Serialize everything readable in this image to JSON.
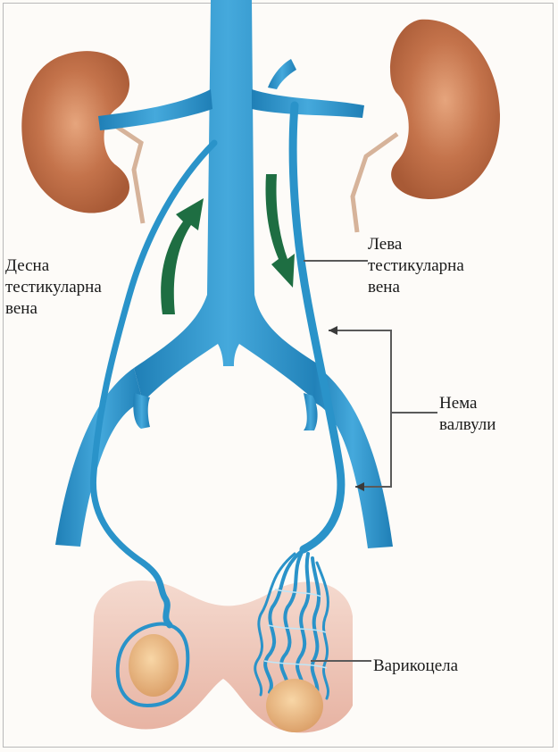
{
  "labels": {
    "right_vein": [
      "Десна",
      "тестикуларна",
      "вена"
    ],
    "left_vein": [
      "Лева",
      "тестикуларна",
      "вена"
    ],
    "no_valves": [
      "Нема",
      "валвули"
    ],
    "varicocele": "Варикоцела"
  },
  "colors": {
    "vein": "#2a93c9",
    "vein_light": "#8fd0ee",
    "kidney": "#b8603c",
    "kidney_light": "#e2a27a",
    "arrow": "#1e6e42",
    "scrotum": "#e9b7a6",
    "testis": "#f1c184"
  },
  "icons": [
    "flow-arrow-up",
    "flow-arrow-down"
  ]
}
